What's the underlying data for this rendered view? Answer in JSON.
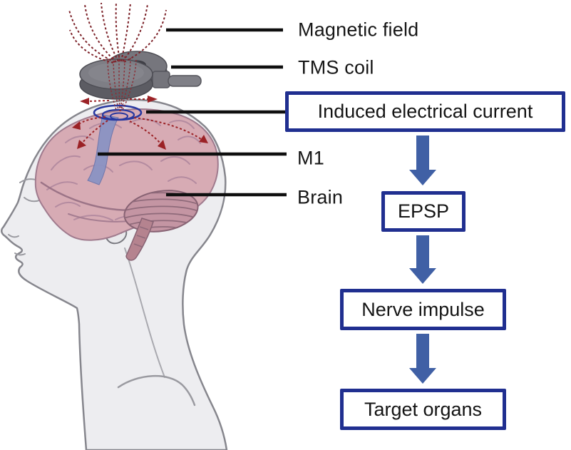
{
  "callouts": {
    "magnetic_field": "Magnetic field",
    "tms_coil": "TMS coil",
    "m1": "M1",
    "brain": "Brain"
  },
  "flowchart": {
    "nodes": [
      {
        "label": "Induced electrical current"
      },
      {
        "label": "EPSP"
      },
      {
        "label": "Nerve impulse"
      },
      {
        "label": "Target organs"
      }
    ]
  },
  "illustration": {
    "description": "Human head in left-facing profile with exposed brain; TMS coil above the scalp emits dashed magnetic field lines; blue rings on scalp mark induced current; blue band into brain marks M1"
  },
  "colors": {
    "pointer_line": "#0f0f0f",
    "flow_box_border": "#202f90",
    "flow_arrow": "#4060a5",
    "magnetic_field_lines": "#7c2128",
    "induced_current_rings": "#2838a0",
    "brain_fill": "#d7abb4",
    "m1_band": "#8b93c3",
    "head_fill": "#ededf0",
    "coil_body": "#76767d"
  }
}
